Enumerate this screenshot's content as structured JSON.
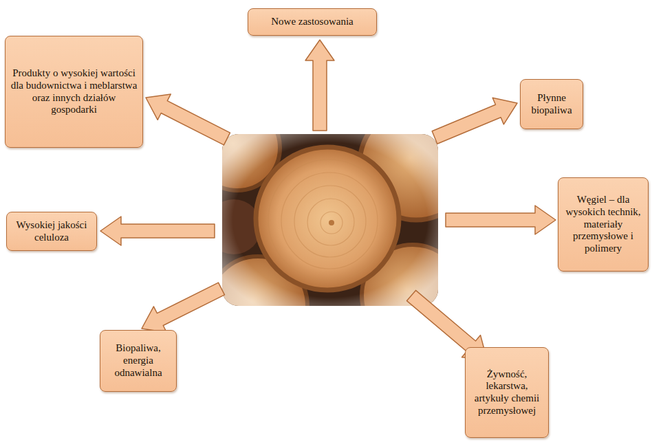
{
  "diagram": {
    "nodes": [
      {
        "text": [
          "Nowe zastosowania"
        ]
      },
      {
        "text": [
          "Produkty o wysokiej wartości dla budownictwa i meblarstwa oraz innych działów gospodarki"
        ]
      },
      {
        "text": [
          "Płynne biopaliwa"
        ]
      },
      {
        "text": [
          "Węgiel – dla wysokich technik, materiały przemysłowe i polimery"
        ]
      },
      {
        "text": [
          "Wysokiej jakości celuloza"
        ]
      },
      {
        "text": [
          "Biopaliwa, energia odnawialna"
        ]
      },
      {
        "text": [
          "Żywność, lekarstwa, artykuły chemii przemysłowej"
        ]
      }
    ]
  }
}
